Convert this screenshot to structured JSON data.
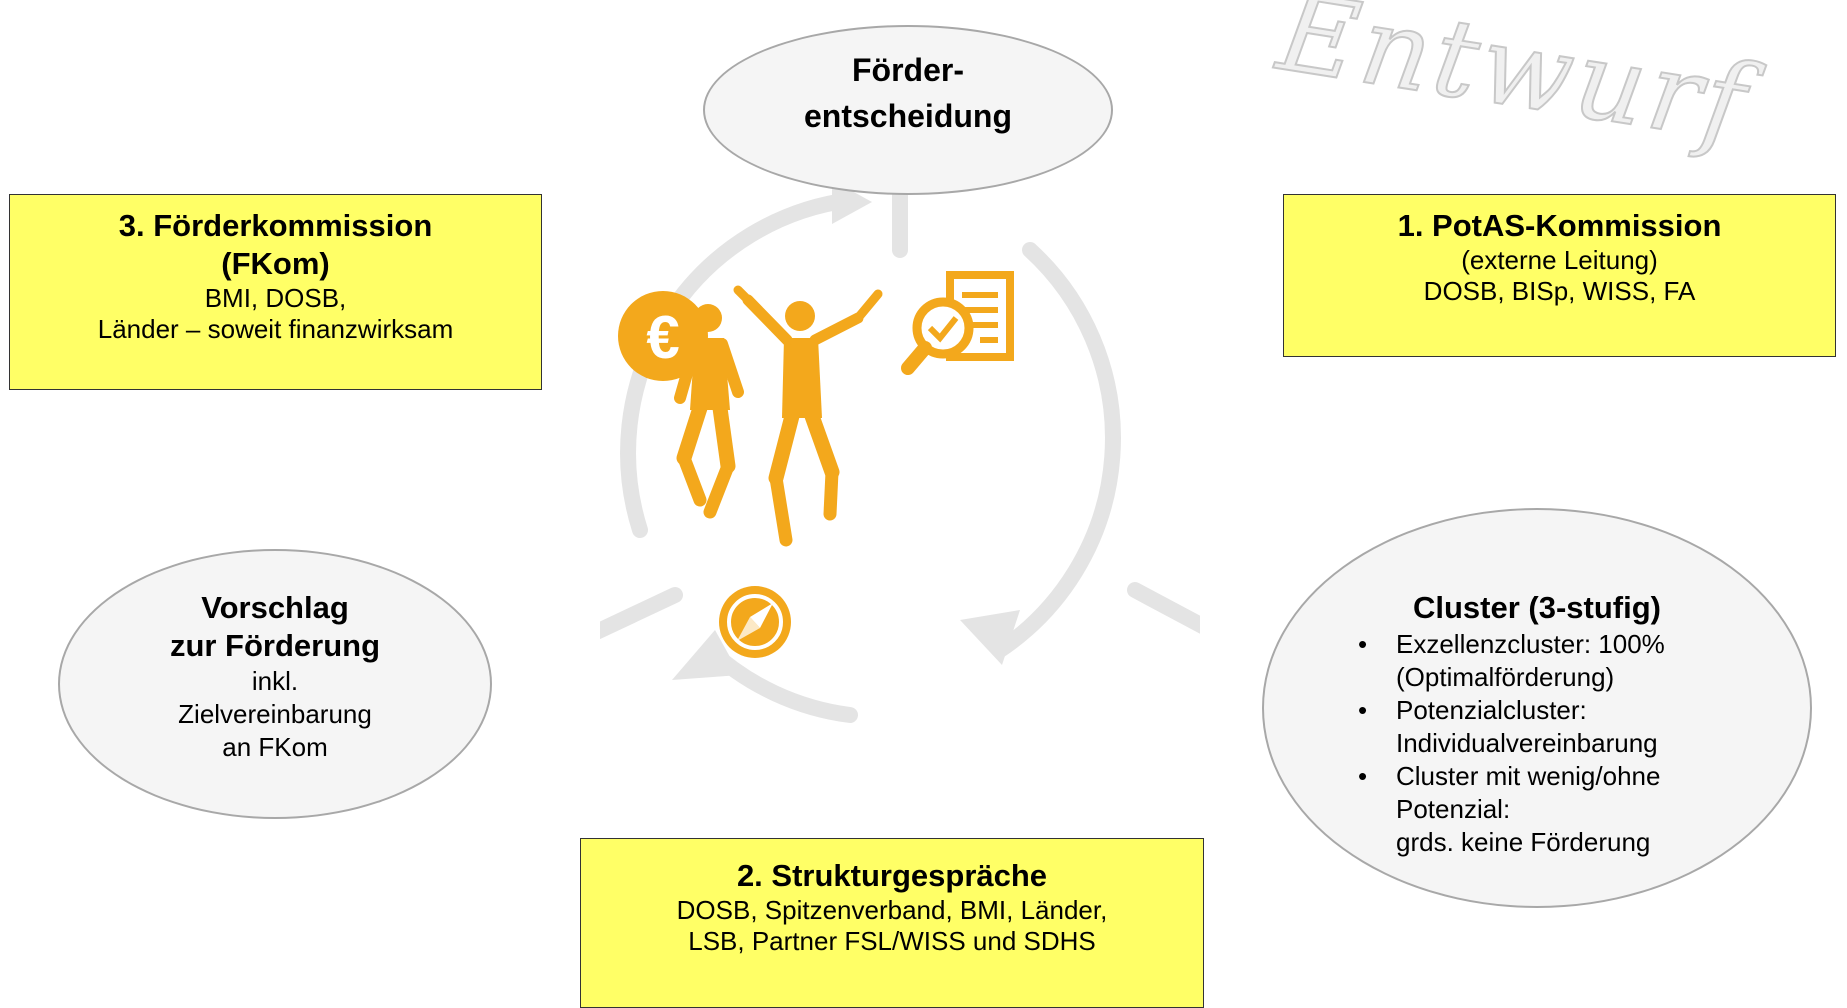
{
  "watermark": "Entwurf",
  "colors": {
    "box_fill": "#ffff66",
    "accent": "#f3a81c",
    "ring": "#e4e4e4",
    "ellipse_border": "#a8a8a8"
  },
  "top_ellipse": {
    "line1": "Förder-",
    "line2": "entscheidung"
  },
  "fkom_box": {
    "title1": "3. Förderkommission",
    "title2": "(FKom)",
    "line1": "BMI, DOSB,",
    "line2": "Länder – soweit finanzwirksam"
  },
  "potas_box": {
    "title": "1. PotAS-Kommission",
    "line1": "(externe Leitung)",
    "line2": "DOSB, BISp, WISS, FA"
  },
  "left_ellipse": {
    "title1": "Vorschlag",
    "title2": "zur Förderung",
    "line1": "inkl.",
    "line2": "Zielvereinbarung",
    "line3": "an FKom"
  },
  "cluster_ellipse": {
    "title": "Cluster (3-stufig)",
    "bullet_symbol": "•",
    "b1_line1": "Exzellenzcluster: 100%",
    "b1_line2": "(Optimalförderung)",
    "b2_line1": "Potenzialcluster:",
    "b2_line2": "Individualvereinbarung",
    "b3_line1": "Cluster mit wenig/ohne",
    "b3_line2": "Potenzial:",
    "b3_line3": "grds. keine Förderung"
  },
  "struktur_box": {
    "title": "2. Strukturgespräche",
    "line1": "DOSB, Spitzenverband, BMI, Länder,",
    "line2": "LSB, Partner FSL/WISS und SDHS"
  },
  "icons": {
    "euro": "euro-coin-icon",
    "euro_symbol": "€",
    "document": "document-check-icon",
    "compass": "compass-icon",
    "runners": "runners-icon"
  }
}
